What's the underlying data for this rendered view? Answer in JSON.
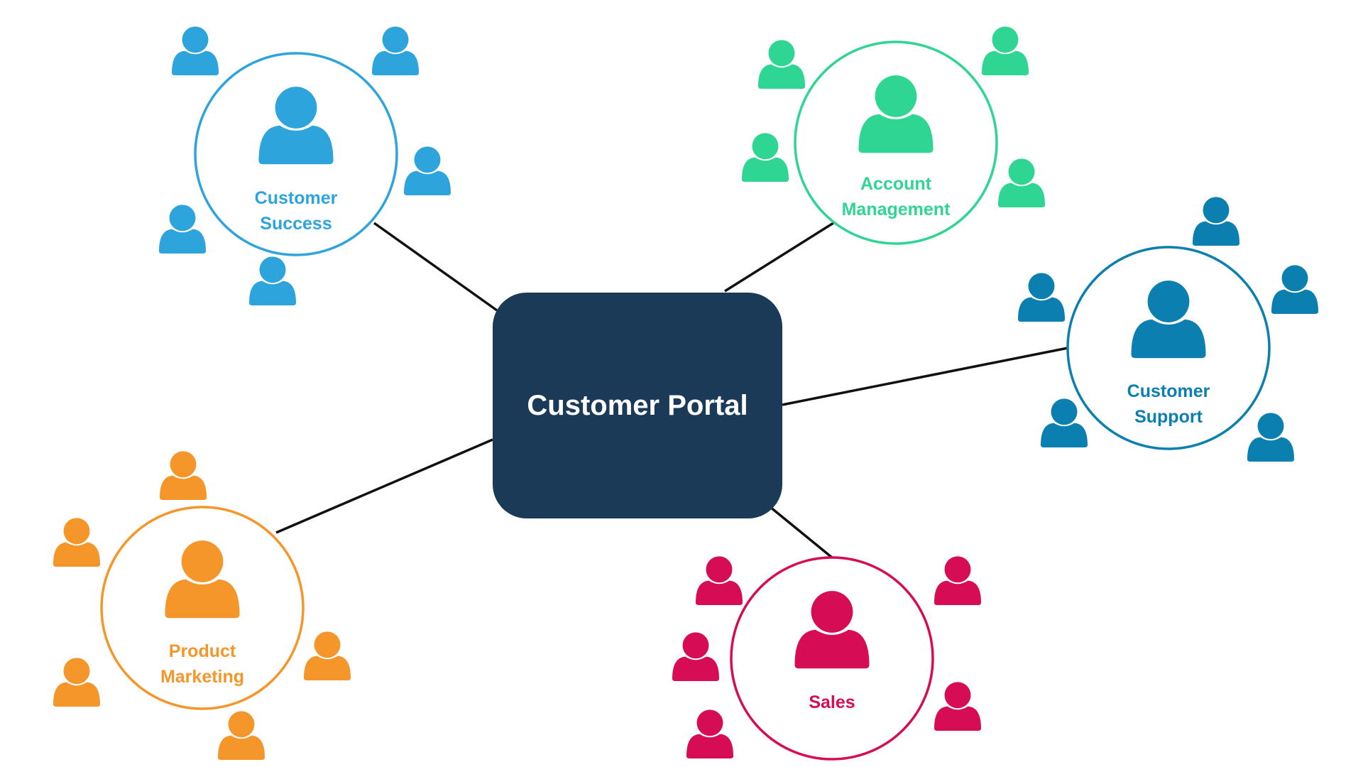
{
  "hub": {
    "label": "Customer Portal",
    "color": "#1b3a57",
    "text_color": "#ffffff"
  },
  "connector_color": "#111111",
  "groups": [
    {
      "key": "customer-success",
      "lines": [
        "Customer",
        "Success"
      ],
      "color": "#2ea4dc",
      "icon": "person-icon"
    },
    {
      "key": "account-management",
      "lines": [
        "Account",
        "Management"
      ],
      "color": "#2fd592",
      "icon": "person-icon"
    },
    {
      "key": "customer-support",
      "lines": [
        "Customer",
        "Support"
      ],
      "color": "#0a7fb0",
      "icon": "person-icon"
    },
    {
      "key": "product-marketing",
      "lines": [
        "Product",
        "Marketing"
      ],
      "color": "#f5962a",
      "icon": "person-icon"
    },
    {
      "key": "sales",
      "lines": [
        "Sales"
      ],
      "color": "#d60d55",
      "icon": "person-icon"
    }
  ]
}
